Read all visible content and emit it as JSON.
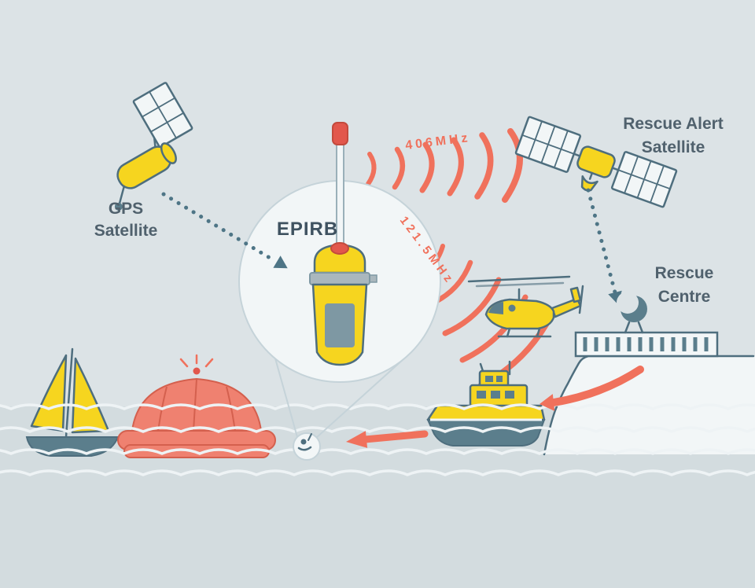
{
  "labels": {
    "gps_satellite": {
      "line1": "GPS",
      "line2": "Satellite"
    },
    "epirb": "EPIRB",
    "rescue_alert_satellite": {
      "line1": "Rescue Alert",
      "line2": "Satellite"
    },
    "rescue_centre": {
      "line1": "Rescue",
      "line2": "Centre"
    },
    "frequency_406": "406MHz",
    "frequency_121_5": "121.5MHz"
  },
  "colors": {
    "background": "#dce3e6",
    "sea": "#d3dcdf",
    "wave": "#eef3f5",
    "yellow": "#f6d51f",
    "salmon": "#f0715c",
    "red": "#e2574c",
    "red_dark": "#c34a3d",
    "outline": "#4e6e7e",
    "teal": "#5b7e8c",
    "text": "#50616d",
    "text_dark": "#3f5260",
    "dotted": "#4e7586",
    "light": "#f2f6f7",
    "circle_stroke": "#c5d3d9",
    "raft": "#ef8170",
    "raft_line": "#d4604e",
    "gray_band": "#aab7bd",
    "plate": "#7e98a3",
    "rod_stroke": "#9ab0b9"
  },
  "scene_elements": [
    "gps-satellite",
    "rescue-alert-satellite",
    "epirb-beacon",
    "magnifier-circle",
    "signal-waves-406",
    "signal-waves-121-5",
    "helicopter",
    "lifeboat",
    "sailboat",
    "life-raft",
    "person-in-water",
    "rescue-centre-building",
    "satellite-dish",
    "sea-waves"
  ]
}
